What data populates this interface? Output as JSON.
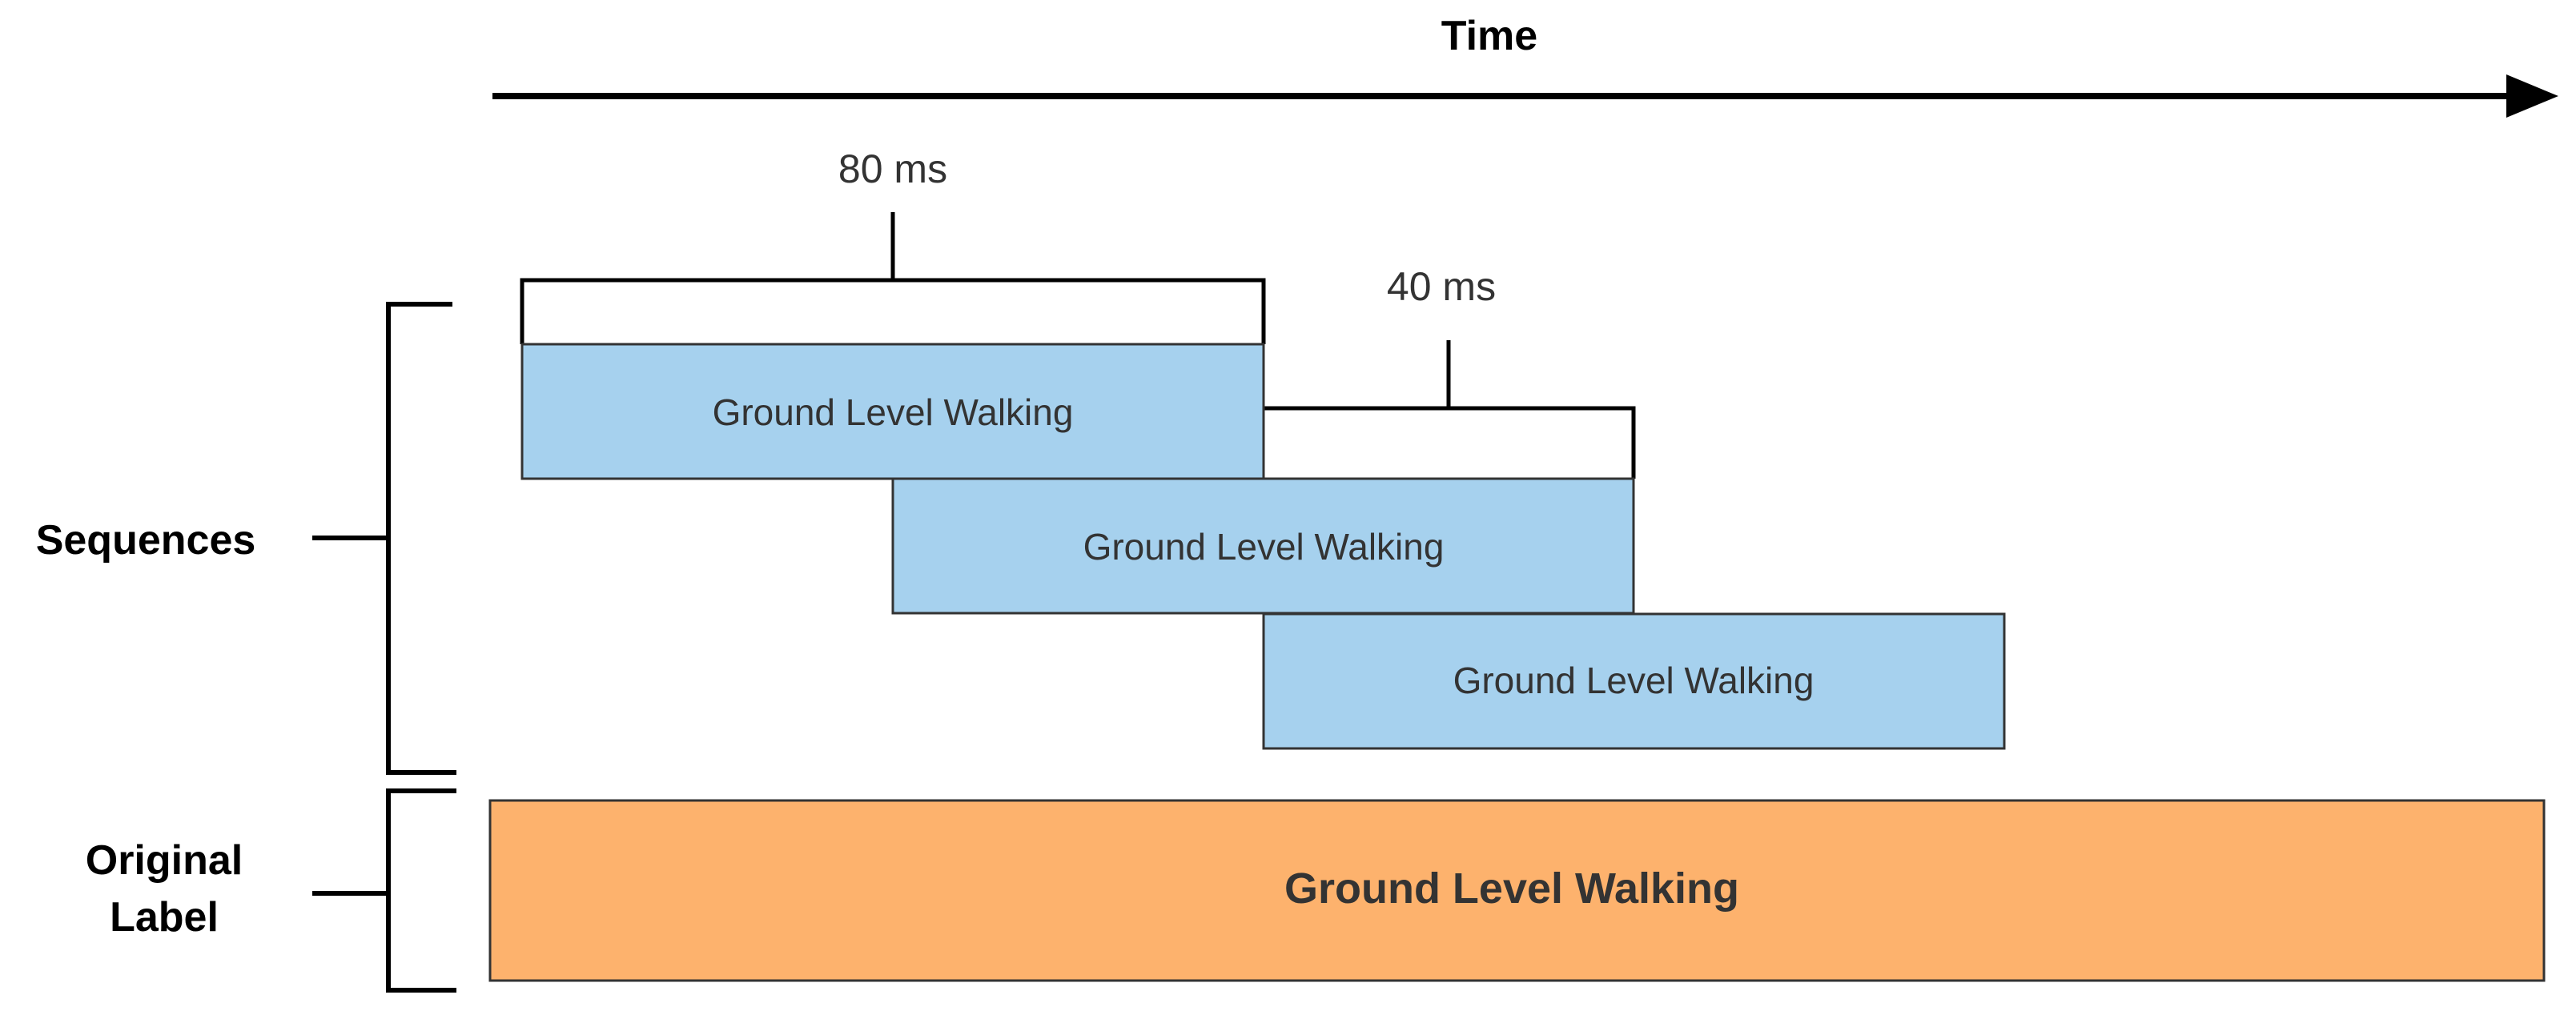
{
  "time_label": "Time",
  "window_label": "80 ms",
  "step_label": "40 ms",
  "sequences_label": "Sequences",
  "original_label_line1": "Original",
  "original_label_line2": "Label",
  "sequence_segments": [
    {
      "text": "Ground Level Walking"
    },
    {
      "text": "Ground Level Walking"
    },
    {
      "text": "Ground Level Walking"
    }
  ],
  "original_segment_text": "Ground Level Walking",
  "colors": {
    "sequence_fill": "#a6d1ee",
    "original_fill": "#fdb26d",
    "stroke": "#333333"
  }
}
